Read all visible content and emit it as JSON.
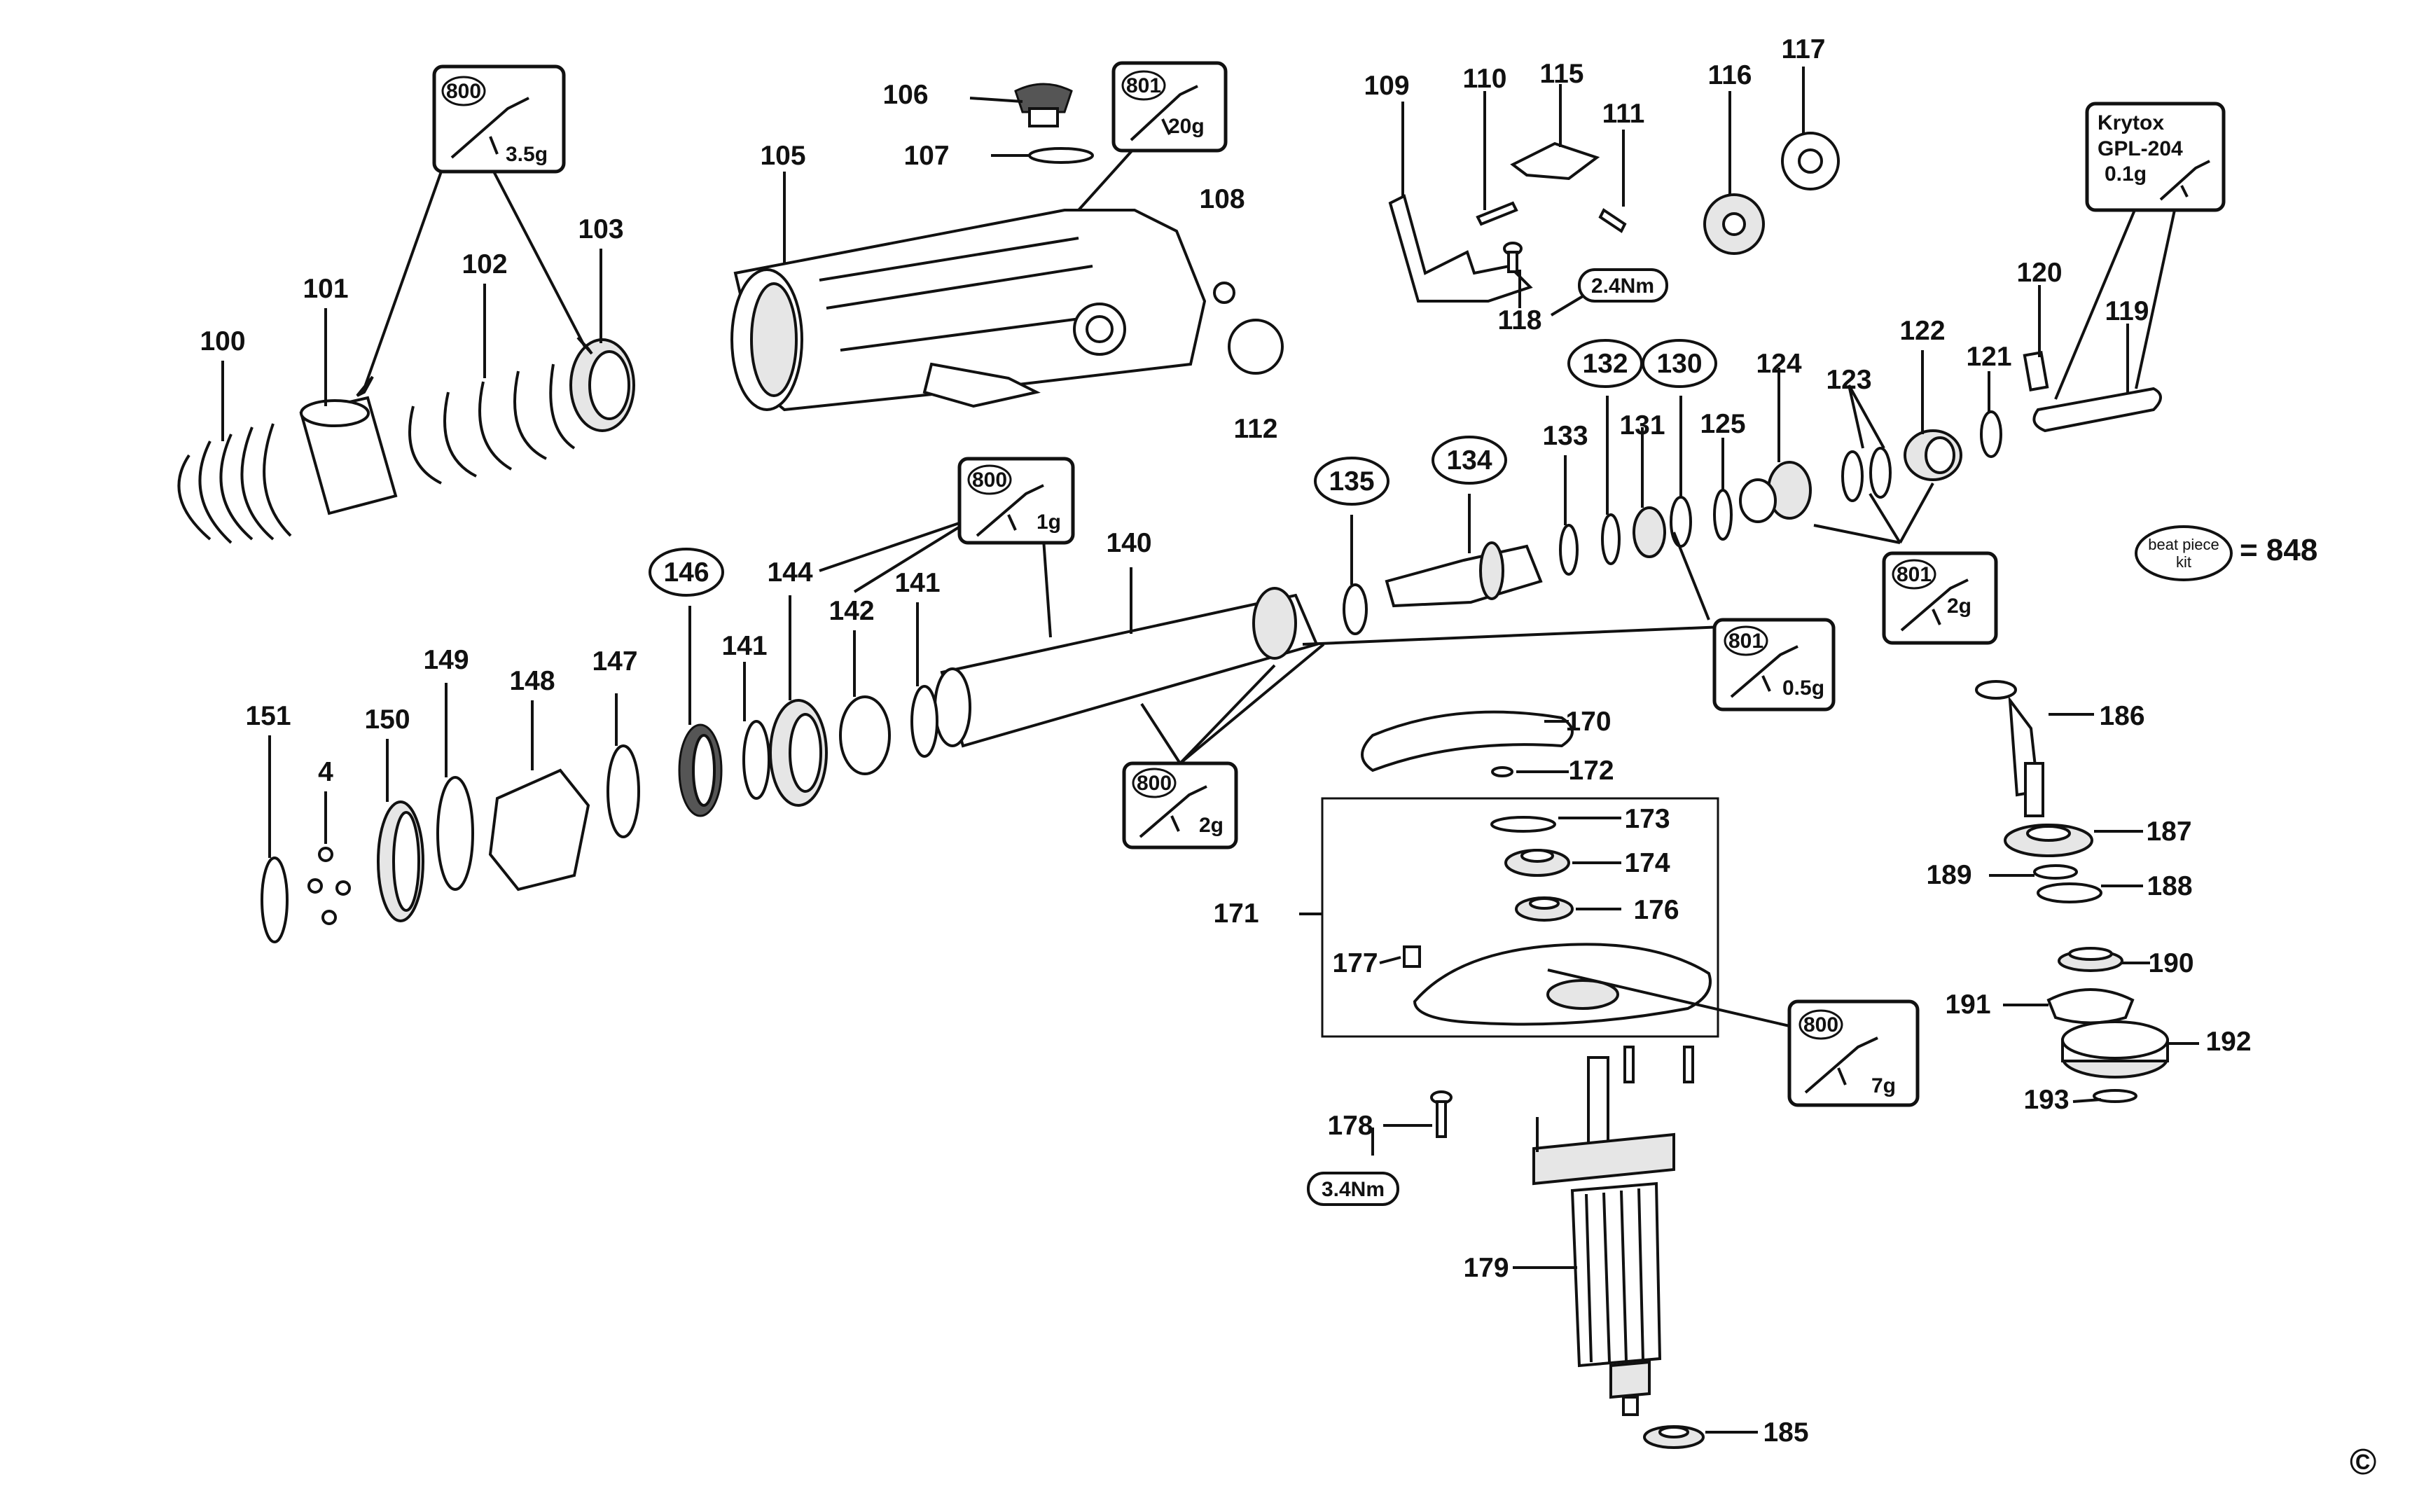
{
  "parts": [
    {
      "id": "p100",
      "n": "100"
    },
    {
      "id": "p101",
      "n": "101"
    },
    {
      "id": "p102",
      "n": "102"
    },
    {
      "id": "p103",
      "n": "103"
    },
    {
      "id": "p105",
      "n": "105"
    },
    {
      "id": "p106",
      "n": "106"
    },
    {
      "id": "p107",
      "n": "107"
    },
    {
      "id": "p108",
      "n": "108"
    },
    {
      "id": "p109",
      "n": "109"
    },
    {
      "id": "p110",
      "n": "110"
    },
    {
      "id": "p111",
      "n": "111"
    },
    {
      "id": "p112",
      "n": "112"
    },
    {
      "id": "p115",
      "n": "115"
    },
    {
      "id": "p116",
      "n": "116"
    },
    {
      "id": "p117",
      "n": "117"
    },
    {
      "id": "p118",
      "n": "118"
    },
    {
      "id": "p119",
      "n": "119"
    },
    {
      "id": "p120",
      "n": "120"
    },
    {
      "id": "p121",
      "n": "121"
    },
    {
      "id": "p122",
      "n": "122"
    },
    {
      "id": "p123",
      "n": "123"
    },
    {
      "id": "p124",
      "n": "124"
    },
    {
      "id": "p125",
      "n": "125"
    },
    {
      "id": "p130",
      "n": "130"
    },
    {
      "id": "p131",
      "n": "131"
    },
    {
      "id": "p132",
      "n": "132"
    },
    {
      "id": "p133",
      "n": "133"
    },
    {
      "id": "p134",
      "n": "134"
    },
    {
      "id": "p135",
      "n": "135"
    },
    {
      "id": "p140",
      "n": "140"
    },
    {
      "id": "p141a",
      "n": "141"
    },
    {
      "id": "p141b",
      "n": "141"
    },
    {
      "id": "p142",
      "n": "142"
    },
    {
      "id": "p144",
      "n": "144"
    },
    {
      "id": "p146",
      "n": "146"
    },
    {
      "id": "p147",
      "n": "147"
    },
    {
      "id": "p148",
      "n": "148"
    },
    {
      "id": "p149",
      "n": "149"
    },
    {
      "id": "p150",
      "n": "150"
    },
    {
      "id": "p151",
      "n": "151"
    },
    {
      "id": "p4",
      "n": "4"
    },
    {
      "id": "p170",
      "n": "170"
    },
    {
      "id": "p171",
      "n": "171"
    },
    {
      "id": "p172",
      "n": "172"
    },
    {
      "id": "p173",
      "n": "173"
    },
    {
      "id": "p174",
      "n": "174"
    },
    {
      "id": "p176",
      "n": "176"
    },
    {
      "id": "p177",
      "n": "177"
    },
    {
      "id": "p178",
      "n": "178"
    },
    {
      "id": "p179",
      "n": "179"
    },
    {
      "id": "p185",
      "n": "185"
    },
    {
      "id": "p186",
      "n": "186"
    },
    {
      "id": "p187",
      "n": "187"
    },
    {
      "id": "p188",
      "n": "188"
    },
    {
      "id": "p189",
      "n": "189"
    },
    {
      "id": "p190",
      "n": "190"
    },
    {
      "id": "p191",
      "n": "191"
    },
    {
      "id": "p192",
      "n": "192"
    },
    {
      "id": "p193",
      "n": "193"
    }
  ],
  "grease": [
    {
      "id": "g1",
      "code": "800",
      "qty": "3.5g"
    },
    {
      "id": "g2",
      "code": "801",
      "qty": "20g"
    },
    {
      "id": "g3",
      "code": "800",
      "qty": "1g"
    },
    {
      "id": "g4",
      "code": "801",
      "qty": "0.5g"
    },
    {
      "id": "g5",
      "code": "801",
      "qty": "2g"
    },
    {
      "id": "g6",
      "code": "800",
      "qty": "2g"
    },
    {
      "id": "g7",
      "code": "800",
      "qty": "7g"
    }
  ],
  "krytox": {
    "line1": "Krytox",
    "line2": "GPL-204",
    "qty": "0.1g"
  },
  "torques": {
    "t118": "2.4Nm",
    "t178": "3.4Nm"
  },
  "kit": {
    "line1": "beat piece",
    "line2": "kit",
    "value": "= 848"
  },
  "copyright": "©"
}
